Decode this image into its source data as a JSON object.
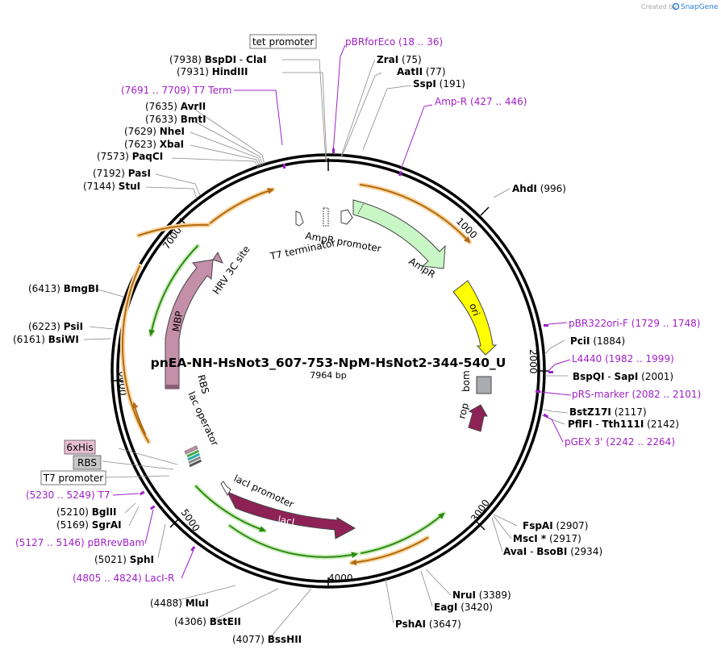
{
  "watermark": {
    "created_by": "Created by",
    "brand": "SnapGene"
  },
  "plasmid": {
    "name": "pnEA-NH-HsNot3_607-753-NpM-HsNot2-344-540_U",
    "size": "7964 bp"
  },
  "ticks": [
    "1000",
    "2000",
    "3000",
    "4000",
    "5000",
    "6000",
    "7000"
  ],
  "features": {
    "tet_promoter": "tet promoter",
    "ampr_promoter": "AmpR promoter",
    "ampr": "AmpR",
    "ori": "ori",
    "bom": "bom",
    "rop": "rop",
    "t7_terminator": "T7 terminator",
    "hrv": "HRV 3C site",
    "mbp": "MBP",
    "rbs": "RBS",
    "lac_operator": "lac operator",
    "laci_promoter": "lacI promoter",
    "laci": "lacI",
    "his": "6xHis",
    "rbs_box": "RBS",
    "t7_promoter": "T7 promoter"
  },
  "enzymes": [
    {
      "pos": "(7938)",
      "name": "BspDI",
      "sep": "-",
      "name2": "ClaI"
    },
    {
      "pos": "(7931)",
      "name": "HindIII"
    },
    {
      "pos": "(7635)",
      "name": "AvrII"
    },
    {
      "pos": "(7633)",
      "name": "BmtI"
    },
    {
      "pos": "(7629)",
      "name": "NheI"
    },
    {
      "pos": "(7623)",
      "name": "XbaI"
    },
    {
      "pos": "(7573)",
      "name": "PaqCI"
    },
    {
      "pos": "(7192)",
      "name": "PasI"
    },
    {
      "pos": "(7144)",
      "name": "StuI"
    },
    {
      "pos": "(6413)",
      "name": "BmgBI"
    },
    {
      "pos": "(6223)",
      "name": "PsiI"
    },
    {
      "pos": "(6161)",
      "name": "BsiWI"
    },
    {
      "pos": "(5210)",
      "name": "BglII"
    },
    {
      "pos": "(5169)",
      "name": "SgrAI"
    },
    {
      "pos": "(5021)",
      "name": "SphI"
    },
    {
      "pos": "(4488)",
      "name": "MluI"
    },
    {
      "pos": "(4306)",
      "name": "BstEII"
    },
    {
      "pos": "(4077)",
      "name": "BssHII"
    },
    {
      "name": "ZraI",
      "pos": "(75)"
    },
    {
      "name": "AatII",
      "pos": "(77)"
    },
    {
      "name": "SspI",
      "pos": "(191)"
    },
    {
      "name": "AhdI",
      "pos": "(996)"
    },
    {
      "name": "PciI",
      "pos": "(1884)"
    },
    {
      "name": "BspQI",
      "sep": "-",
      "name2": "SapI",
      "pos": "(2001)"
    },
    {
      "name": "BstZ17I",
      "pos": "(2117)"
    },
    {
      "name": "PflFI",
      "sep": "-",
      "name2": "Tth111I",
      "pos": "(2142)"
    },
    {
      "name": "FspAI",
      "pos": "(2907)"
    },
    {
      "name": "MscI *",
      "pos": "(2917)"
    },
    {
      "name": "AvaI",
      "sep": "-",
      "name2": "BsoBI",
      "pos": "(2934)"
    },
    {
      "name": "NruI",
      "pos": "(3389)"
    },
    {
      "name": "EagI",
      "pos": "(3420)"
    },
    {
      "name": "PshAI",
      "pos": "(3647)"
    }
  ],
  "primers": [
    {
      "name": "pBRforEco",
      "range": "(18 .. 36)"
    },
    {
      "name": "T7 Term",
      "range": "(7691 .. 7709)"
    },
    {
      "name": "Amp-R",
      "range": "(427 .. 446)"
    },
    {
      "name": "pBR322ori-F",
      "range": "(1729 .. 1748)"
    },
    {
      "name": "L4440",
      "range": "(1982 .. 1999)"
    },
    {
      "name": "pRS-marker",
      "range": "(2082 .. 2101)"
    },
    {
      "name": "pGEX 3'",
      "range": "(2242 .. 2264)"
    },
    {
      "name": "T7",
      "range": "(5230 .. 5249)"
    },
    {
      "name": "pBRrevBam",
      "range": "(5127 .. 5146)"
    },
    {
      "name": "LacI-R",
      "range": "(4805 .. 4824)"
    }
  ],
  "colors": {
    "ampr": "#c8f7c5",
    "ori": "#ffff00",
    "laci": "#8e2256",
    "mbp": "#c48fa8",
    "orf": "#f2a33a",
    "green": "#3a9a1a",
    "primer": "#a020c8"
  }
}
